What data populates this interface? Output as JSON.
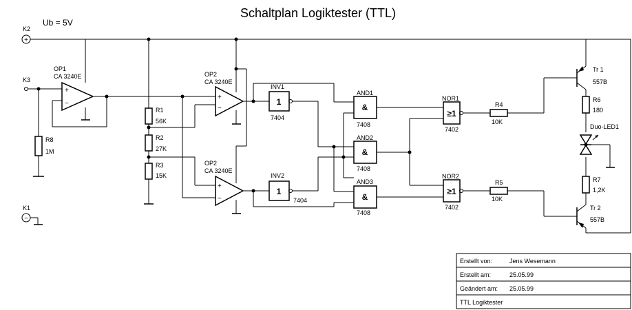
{
  "title": "Schaltplan Logiktester (TTL)",
  "supply": "Ub = 5V",
  "terminals": {
    "k1": "K1",
    "k2": "K2",
    "k3": "K3"
  },
  "opamps": {
    "op1": {
      "name": "OP1",
      "type": "CA 3240E"
    },
    "op2a": {
      "name": "OP2",
      "type": "CA 3240E"
    },
    "op2b": {
      "name": "OP2",
      "type": "CA 3240E"
    }
  },
  "resistors": {
    "r1": {
      "name": "R1",
      "value": "56K"
    },
    "r2": {
      "name": "R2",
      "value": "27K"
    },
    "r3": {
      "name": "R3",
      "value": "15K"
    },
    "r4": {
      "name": "R4",
      "value": "10K"
    },
    "r5": {
      "name": "R5",
      "value": "10K"
    },
    "r6": {
      "name": "R6",
      "value": "180"
    },
    "r7": {
      "name": "R7",
      "value": "1,2K"
    },
    "r8": {
      "name": "R8",
      "value": "1M"
    }
  },
  "gates": {
    "inv1": {
      "name": "INV1",
      "type": "7404",
      "symbol": "1"
    },
    "inv2": {
      "name": "INV2",
      "type": "7404",
      "symbol": "1"
    },
    "and1": {
      "name": "AND1",
      "type": "7408",
      "symbol": "&"
    },
    "and2": {
      "name": "AND2",
      "type": "7408",
      "symbol": "&"
    },
    "and3": {
      "name": "AND3",
      "type": "7408",
      "symbol": "&"
    },
    "nor1": {
      "name": "NOR1",
      "type": "7402",
      "symbol": "≥1"
    },
    "nor2": {
      "name": "NOR2",
      "type": "7402",
      "symbol": "≥1"
    }
  },
  "transistors": {
    "tr1": {
      "name": "Tr 1",
      "type": "557B"
    },
    "tr2": {
      "name": "Tr 2",
      "type": "557B"
    }
  },
  "led": {
    "name": "Duo-LED1"
  },
  "titleblock": {
    "created_by_label": "Erstellt von:",
    "created_by": "Jens Wesemann",
    "created_on_label": "Erstellt am:",
    "created_on": "25.05.99",
    "modified_on_label": "Geändert am:",
    "modified_on": "25.05.99",
    "project": "TTL Logiktester"
  }
}
